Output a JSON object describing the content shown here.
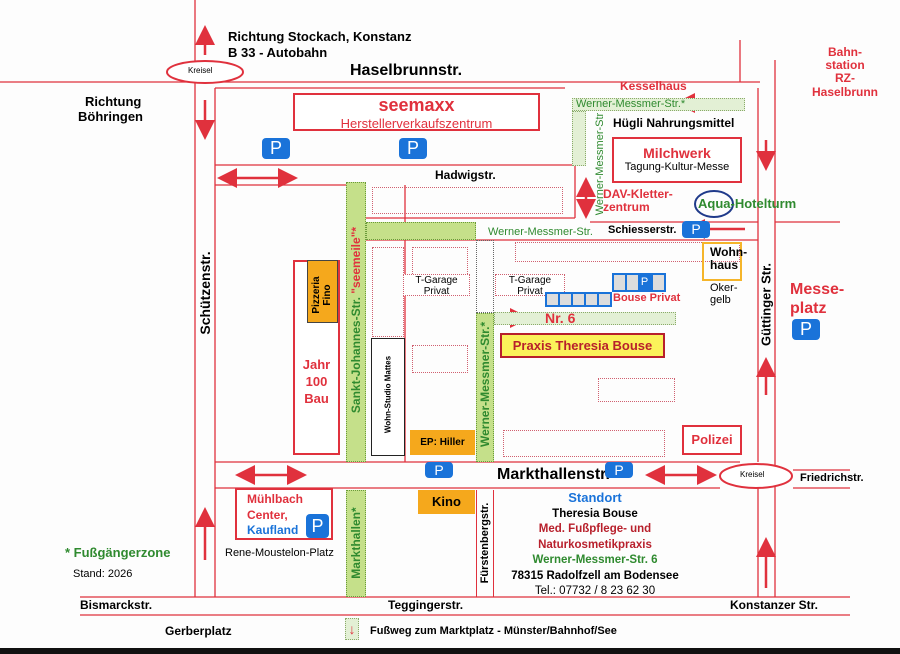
{
  "directions": {
    "north": "Richtung Stockach, Konstanz",
    "north2": "B 33 -  Autobahn",
    "west": "Richtung",
    "west2": "Böhringen",
    "east": [
      "Bahn-",
      "station",
      "RZ-",
      "Haselbrunn"
    ]
  },
  "streets": {
    "haselbrunn": "Haselbrunnstr.",
    "hadwig": "Hadwigstr.",
    "wm_top": "Werner-Messmer-Str.*",
    "wm_vert": "Werner-Messmer-Str",
    "wm_mid": "Werner-Messmer-Str.",
    "schiesser": "Schiesserstr.",
    "schuetzen": "Schützenstr.",
    "sankt_johannes": "Sankt-Johannes-Str.",
    "seemeile": "\"seemeile\"*",
    "wm_south": "Werner-Messmer-Str.*",
    "guettinger": "Güttinger Str.",
    "markthallen": "Markthallenstr.",
    "friedrich": "Friedrichstr.",
    "markthallen_ped": "Markthallen*",
    "fuerstenberg": "Fürstenbergstr.",
    "bismarck": "Bismarckstr.",
    "tegginger": "Teggingerstr.",
    "konstanzer": "Konstanzer Str.",
    "gerberplatz": "Gerberplatz",
    "footpath": "Fußweg zum Marktplatz - Münster/Bahnhof/See"
  },
  "kreisel": [
    "Kreisel",
    "Kreisel"
  ],
  "parking_label": "P",
  "places": {
    "seemaxx": "seemaxx",
    "seemaxx_sub": "Herstellerverkaufszentrum",
    "kesselhaus": "Kesselhaus",
    "huegli": "Hügli Nahrungsmittel",
    "milchwerk": "Milchwerk",
    "milchwerk_sub": "Tagung-Kultur-Messe",
    "dav": [
      "DAV-Kletter-",
      "zentrum"
    ],
    "aqua": "Aqua-Hotelturm",
    "wohnhaus": [
      "Wohn-",
      "haus"
    ],
    "okergelb": [
      "Oker-",
      "gelb"
    ],
    "messeplatz": [
      "Messe-",
      "platz"
    ],
    "pizzeria": [
      "Pizzeria",
      "Fino"
    ],
    "jahr100": [
      "Jahr",
      "100",
      "Bau"
    ],
    "tgarage": [
      "T-Garage",
      "Privat"
    ],
    "wohnstudio": "Wohn-Studio Mattes",
    "bouse_privat": "Bouse Privat",
    "nr6": "Nr. 6",
    "praxis": "Praxis Theresia Bouse",
    "ep_hiller": "EP: Hiller",
    "polizei": "Polizei",
    "muehlbach": [
      "Mühlbach",
      "Center,"
    ],
    "kaufland": "Kaufland",
    "kino": "Kino",
    "rene": "Rene-Moustelon-Platz"
  },
  "legend": {
    "zone": "* Fußgängerzone",
    "stand": "Stand: 2026"
  },
  "standort": {
    "title": "Standort",
    "name": "Theresia Bouse",
    "line1": "Med. Fußpflege- und",
    "line2": "Naturkosmetikpraxis",
    "street": "Werner-Messmer-Str. 6",
    "city": "78315 Radolfzell am Bodensee",
    "tel": "Tel.: 07732 / 8 23 62 30"
  }
}
